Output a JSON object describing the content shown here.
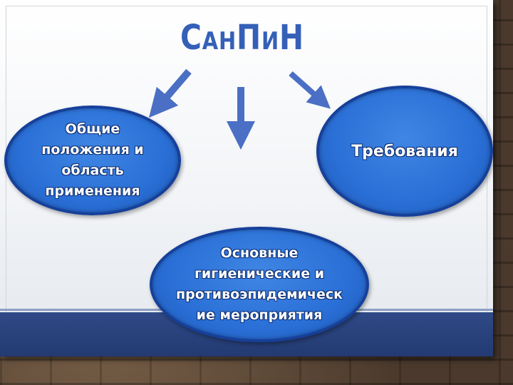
{
  "diagram": {
    "title": "СанПиН",
    "nodes": {
      "left": "Общие\nположения и\nобласть\nприменения",
      "right": "Требования",
      "bottom": "Основные\nгигиенические и\nпротивоэпидемическ\nие мероприятия"
    }
  },
  "colors": {
    "title": "#3560b8",
    "ellipse_fill": "#2a6fd6",
    "ellipse_border": "#16409a",
    "arrow": "#4a6fc4",
    "footer_band": "#2f4a87"
  }
}
